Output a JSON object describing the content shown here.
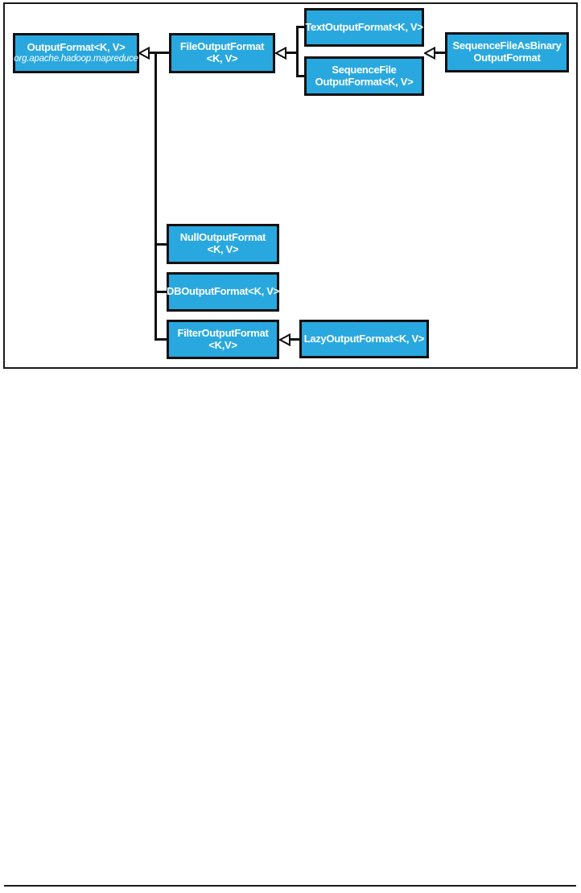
{
  "figure": {
    "kind": "class-hierarchy-diagram",
    "colors": {
      "node_fill": "#29A8DF",
      "node_border": "#101010",
      "connector_line": "#101010",
      "node_text": "#FFFFFF",
      "frame_border": "#1A1A1A"
    },
    "nodes": {
      "outputformat": {
        "line1": "OutputFormat<K, V>",
        "package": "org.apache.hadoop.mapreduce"
      },
      "fileoutputformat": {
        "line1": "FileOutputFormat",
        "line2": "<K, V>"
      },
      "textoutputformat": {
        "line1": "TextOutputFormat<K, V>"
      },
      "sequencefileoutputformat": {
        "line1": "SequenceFile",
        "line2": "OutputFormat<K, V>"
      },
      "sequencefileasbinary": {
        "line1": "SequenceFileAsBinary",
        "line2": "OutputFormat"
      },
      "nulloutputformat": {
        "line1": "NullOutputFormat",
        "line2": "<K, V>"
      },
      "dboutputformat": {
        "line1": "DBOutputFormat<K, V>"
      },
      "filteroutputformat": {
        "line1": "FilterOutputFormat",
        "line2": "<K,V>"
      },
      "lazyoutputformat": {
        "line1": "LazyOutputFormat<K, V>"
      }
    },
    "edges": [
      {
        "from": "FileOutputFormat<K, V>",
        "to": "OutputFormat<K, V>",
        "type": "inheritance"
      },
      {
        "from": "NullOutputFormat<K, V>",
        "to": "OutputFormat<K, V>",
        "type": "inheritance"
      },
      {
        "from": "DBOutputFormat<K, V>",
        "to": "OutputFormat<K, V>",
        "type": "inheritance"
      },
      {
        "from": "FilterOutputFormat<K,V>",
        "to": "OutputFormat<K, V>",
        "type": "inheritance"
      },
      {
        "from": "TextOutputFormat<K, V>",
        "to": "FileOutputFormat<K, V>",
        "type": "inheritance"
      },
      {
        "from": "SequenceFileOutputFormat<K, V>",
        "to": "FileOutputFormat<K, V>",
        "type": "inheritance"
      },
      {
        "from": "SequenceFileAsBinaryOutputFormat",
        "to": "SequenceFileOutputFormat<K, V>",
        "type": "inheritance"
      },
      {
        "from": "LazyOutputFormat<K, V>",
        "to": "FilterOutputFormat<K,V>",
        "type": "inheritance"
      }
    ]
  }
}
